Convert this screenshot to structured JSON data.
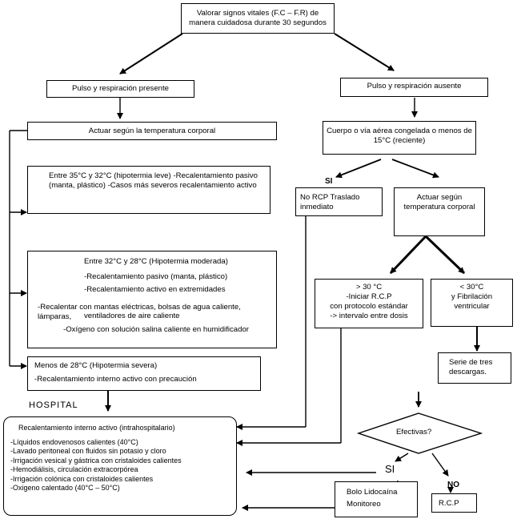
{
  "nodes": {
    "top": [
      "Valorar signos vitales (F.C – F.R) de",
      "manera cuidadosa durante 30 segundos"
    ],
    "present": "Pulso y respiración presente",
    "absent": "Pulso y respiración ausente",
    "actuar_temp": "Actuar según la temperatura corporal",
    "leve": [
      "Entre 35°C y 32°C (hipotermia leve) -Recalentamiento pasivo",
      "(manta, plástico) -Casos más severos recalentamiento activo"
    ],
    "moderada": {
      "title": "Entre 32°C y 28°C (Hipotermia moderada)",
      "items": [
        "-Recalentamiento pasivo (manta, plástico)",
        "-Recalentamiento activo en extremidades",
        "-Recalentar con mantas eléctricas, bolsas de agua caliente, lámparas,",
        "ventiladores de aire caliente",
        "-Oxígeno con solución salina caliente en humidificador"
      ]
    },
    "severa": [
      "Menos de 28°C (Hipotermia severa)",
      "-Recalentamiento interno activo con precaución"
    ],
    "hospital": "HOSPITAL",
    "interno": {
      "title": "Recalentamiento interno activo  (intrahospitalario)",
      "items": [
        "-Líquidos endovenosos calientes (40°C)",
        "-Lavado peritoneal con fluidos sin potasio y cloro",
        "-Irrigación vesical y gástrica con cristaloides calientes",
        "-Hemodiálisis, circulación extracorpórea",
        "-Irrigación colónica con cristaloides calientes",
        "-Oxigeno calentado (40°C – 50°C)"
      ]
    },
    "congelada": [
      "Cuerpo o vía aérea congelada o menos de",
      "15°C (reciente)"
    ],
    "si1": "SI",
    "no_rcp": [
      "No RCP Traslado",
      "inmediato"
    ],
    "actuar_temp2": [
      "Actuar según",
      "temperatura corporal"
    ],
    "mayor30": [
      "> 30 °C",
      "-Iniciar R.C.P",
      "con protocolo estándar",
      "-> intervalo entre dosis"
    ],
    "menor30": [
      "< 30°C",
      "y Fibrilación",
      "ventricular"
    ],
    "descargas": [
      "Serie de tres",
      "descargas."
    ],
    "efectivas": "Efectivas?",
    "si2": "SI",
    "no": "NO",
    "bolo": [
      "Bolo Lidocaína",
      "Monitoreo"
    ],
    "rcp": "R.C.P"
  }
}
